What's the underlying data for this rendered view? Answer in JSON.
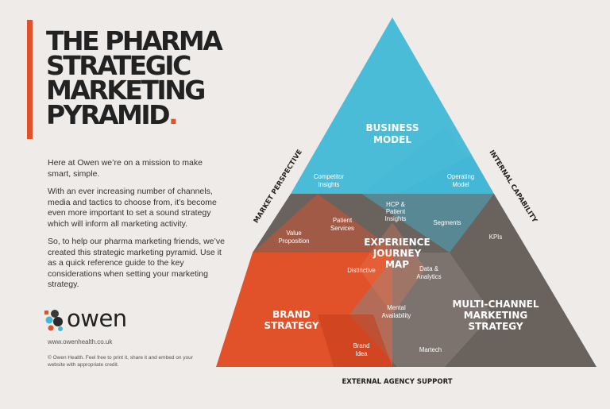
{
  "title": {
    "line1": "THE PHARMA",
    "line2": "STRATEGIC",
    "line3": "MARKETING",
    "line4": "PYRAMID",
    "period": "."
  },
  "intro": [
    "Here at Owen we’re on a mission to make smart, simple.",
    "With an ever increasing number of channels, media and tactics to choose from, it’s become even more important to set a sound strategy which will inform all marketing activity.",
    "So, to help our pharma marketing friends, we’ve created this strategic marketing pyramid. Use it as a quick reference guide to the key considerations when setting your marketing strategy."
  ],
  "logo": {
    "word": "owen"
  },
  "website": "www.owenhealth.co.uk",
  "copyright": "© Owen Health. Feel free to print it, share it and embed on your website with appropriate credit.",
  "pyramid": {
    "business_model": [
      "BUSINESS",
      "MODEL"
    ],
    "experience_map": [
      "EXPERIENCE",
      "JOURNEY",
      "MAP"
    ],
    "brand_strategy": [
      "BRAND",
      "STRATEGY"
    ],
    "multichannel": [
      "MULTI-CHANNEL",
      "MARKETING",
      "STRATEGY"
    ],
    "competitor_insights": [
      "Competitor",
      "Insights"
    ],
    "operating_model": [
      "Operating",
      "Model"
    ],
    "hcp_insights": [
      "HCP &",
      "Patient",
      "Insights"
    ],
    "patient_services": [
      "Patient",
      "Services"
    ],
    "segments": "Segments",
    "value_proposition": [
      "Value",
      "Proposition"
    ],
    "kpis": "KPIs",
    "distinctive": "Distinctive",
    "data_analytics": [
      "Data &",
      "Analytics"
    ],
    "mental_availability": [
      "Mental",
      "Availability"
    ],
    "brand_idea": [
      "Brand",
      "Idea"
    ],
    "martech": "Martech"
  },
  "sides": {
    "left": "MARKET PERSPECTIVE",
    "right": "INTERNAL CAPABILITY",
    "bottom": "EXTERNAL AGENCY SUPPORT"
  },
  "colors": {
    "blue": "#43b8d6",
    "grey": "#6a625d",
    "orange": "#e2522a",
    "accent": "#e2522a"
  }
}
